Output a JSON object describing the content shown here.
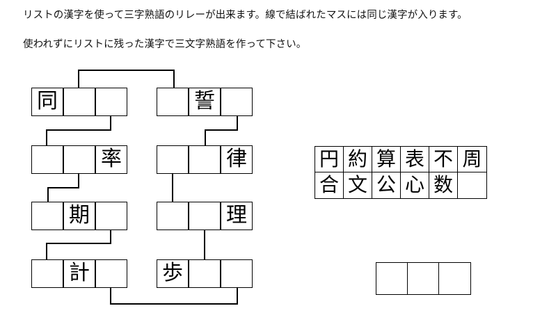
{
  "instructions": {
    "line1": "リストの漢字を使って三字熟語のリレーが出来ます。線で結ばれたマスには同じ漢字が入ります。",
    "line2": "使われずにリストに残った漢字で三文字熟語を作って下さい。"
  },
  "puzzle": {
    "columns": [
      {
        "name": "left-column",
        "rows": [
          {
            "cells": [
              "同",
              "",
              ""
            ]
          },
          {
            "cells": [
              "",
              "",
              "率"
            ]
          },
          {
            "cells": [
              "",
              "期",
              ""
            ]
          },
          {
            "cells": [
              "",
              "計",
              ""
            ]
          }
        ]
      },
      {
        "name": "right-column",
        "rows": [
          {
            "cells": [
              "",
              "誓",
              ""
            ]
          },
          {
            "cells": [
              "",
              "",
              "律"
            ]
          },
          {
            "cells": [
              "",
              "",
              "理"
            ]
          },
          {
            "cells": [
              "歩",
              "",
              ""
            ]
          }
        ]
      }
    ]
  },
  "kanji_list": {
    "row1": [
      "円",
      "約",
      "算",
      "表",
      "不",
      "周"
    ],
    "row2": [
      "合",
      "文",
      "公",
      "心",
      "数",
      ""
    ]
  },
  "answer_box": {
    "cells": [
      "",
      "",
      ""
    ]
  },
  "colors": {
    "ink": "#000000",
    "text": "#111111",
    "background": "#ffffff"
  }
}
